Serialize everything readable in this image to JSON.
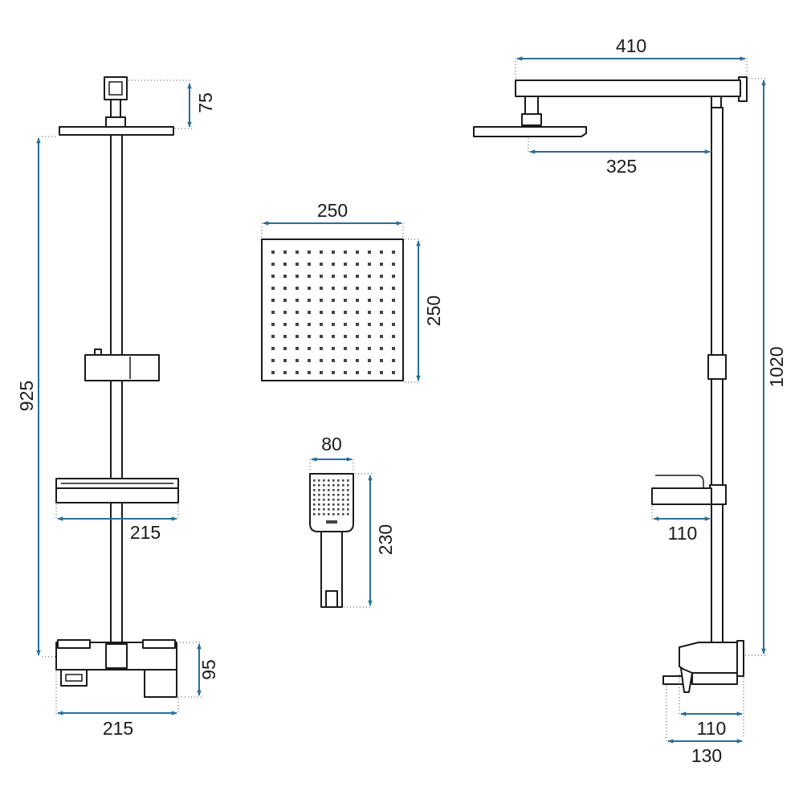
{
  "colors": {
    "dimension_line": "#2a6f97",
    "outline": "#1a1a1a",
    "background": "#ffffff"
  },
  "dimensions": {
    "front_top_block": "75",
    "front_total_height": "925",
    "front_shelf_width": "215",
    "front_mixer_height": "95",
    "front_mixer_width": "215",
    "head_width": "250",
    "head_height": "250",
    "hand_width": "80",
    "hand_height": "230",
    "side_arm_length": "410",
    "side_arm_reach": "325",
    "side_total_height": "1020",
    "side_shelf_depth": "110",
    "side_mixer_depth": "110",
    "side_spout_depth": "130"
  }
}
